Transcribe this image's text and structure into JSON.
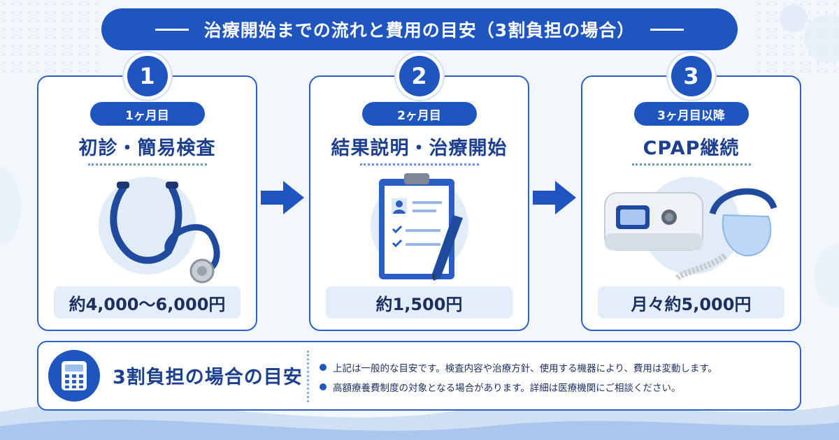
{
  "header": {
    "title": "治療開始までの流れと費用の目安（3割負担の場合）"
  },
  "steps": [
    {
      "number": "1",
      "period": "1ヶ月目",
      "name": "初診・簡易検査",
      "illustration_icon": "stethoscope-icon",
      "cost": "約4,000〜6,000円"
    },
    {
      "number": "2",
      "period": "2ヶ月目",
      "name": "結果説明・治療開始",
      "illustration_icon": "clipboard-icon",
      "cost": "約1,500円"
    },
    {
      "number": "3",
      "period": "3ヶ月目以降",
      "name": "CPAP継続",
      "illustration_icon": "cpap-machine-icon",
      "cost": "月々約5,000円"
    }
  ],
  "note": {
    "icon": "calculator-icon",
    "heading": "3割負担の場合の目安",
    "items": [
      "上記は一般的な目安です。検査内容や治療方針、使用する機器により、費用は変動します。",
      "高額療養費制度の対象となる場合があります。詳細は医療機関にご相談ください。"
    ]
  },
  "colors": {
    "primary": "#1f55bf",
    "text": "#1d3f8f",
    "cost_bg": "#e4eefb",
    "background": "#f3f7fc"
  }
}
